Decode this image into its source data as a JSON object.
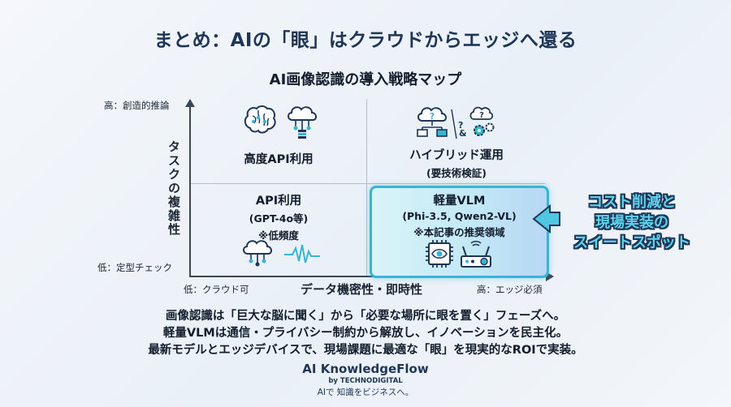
{
  "title": "まとめ：AIの「眼」はクラウドからエッジへ還る",
  "subtitle": "AI画像認識の導入戦略マップ",
  "axes": {
    "y_label": "タスクの複雑性",
    "y_high": "高：創造的推論",
    "y_low": "低：定型チェック",
    "x_label": "データ機密性・即時性",
    "x_low": "低：クラウド可",
    "x_high": "高：エッジ必須"
  },
  "quadrants": {
    "top_left": {
      "title": "高度API利用",
      "icons": [
        "brain-icon",
        "cloud-network-icon"
      ]
    },
    "top_right": {
      "title": "ハイブリッド運用",
      "subtitle": "(要技術検証)",
      "icons": [
        "cloud-question-icon",
        "question-gear-icon"
      ]
    },
    "bottom_left": {
      "title": "API利用",
      "line2": "(GPT-4o等)",
      "line3": "※低頻度",
      "icons": [
        "cloud-network-icon",
        "pulse-wave-icon"
      ]
    },
    "bottom_right": {
      "title": "軽量VLM",
      "line2": "(Phi-3.5, Qwen2-VL)",
      "line3": "※本記事の推奨領域",
      "icons": [
        "chip-eye-icon",
        "edge-device-icon"
      ]
    }
  },
  "callout": {
    "line1": "コスト削減と",
    "line2": "現場実装の",
    "line3": "スイートスポット"
  },
  "summary": {
    "line1": "画像認識は「巨大な脳に聞く」から「必要な場所に眼を置く」フェーズへ。",
    "line2": "軽量VLMは通信・プライバシー制約から解放し、イノベーションを民主化。",
    "line3": "最新モデルとエッジデバイスで、現場課題に最適な「眼」を現実的なROIで実装。"
  },
  "brand": {
    "name": "AI KnowledgeFlow",
    "by": "by TECHNODIGITAL",
    "tagline": "AIで 知識をビジネスへ。"
  },
  "colors": {
    "accent": "#36b6d2",
    "navy": "#1d3556",
    "callout_text": "#5fd2ec",
    "highlight_bg": "#c3e9f6"
  }
}
